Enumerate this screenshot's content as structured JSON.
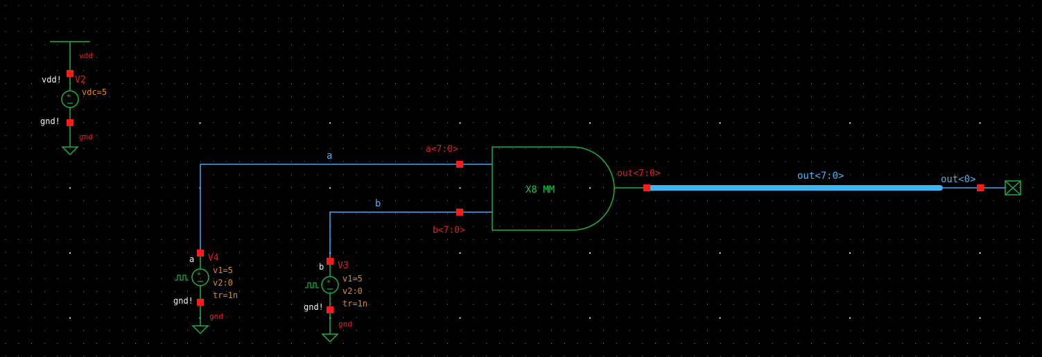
{
  "colors": {
    "background": "#000000",
    "grid_dot": "#8a8a8a",
    "wire": "#3fa9f5",
    "bus": "#3fb5ef",
    "component": "#19b33f",
    "pin": "#ff1a1a",
    "label_red": "#e02020",
    "label_orange": "#e08a1a",
    "label_white": "#f0f0f0",
    "label_blue": "#4fb2f0",
    "label_green": "#19c24a"
  },
  "schematic": {
    "gate": {
      "name": "X8 MM",
      "type": "and-gate",
      "pins": {
        "a": "a<7:0>",
        "b": "b<7:0>",
        "out": "out<7:0>"
      }
    },
    "nets": {
      "a": "a",
      "b": "b",
      "out_bus": "out<7:0>",
      "out_bit": "out<0>"
    },
    "sources": {
      "v2": {
        "instance": "V2",
        "type": "vdc",
        "params": [
          "vdc=5"
        ],
        "top_net": "vdd!",
        "bottom_net": "gnd!",
        "top_symbol": "vdd",
        "bottom_symbol": "gnd"
      },
      "v4": {
        "instance": "V4",
        "type": "vpulse",
        "params": [
          "v1=5",
          "v2:0",
          "tr=1n"
        ],
        "top_net": "a",
        "bottom_net": "gnd!",
        "bottom_symbol": "gnd"
      },
      "v3": {
        "instance": "V3",
        "type": "vpulse",
        "params": [
          "v1=5",
          "v2:0",
          "tr=1n"
        ],
        "top_net": "b",
        "bottom_net": "gnd!",
        "bottom_symbol": "gnd"
      }
    },
    "output_terminal": {
      "type": "noConn",
      "icon": "box-x-icon"
    }
  }
}
